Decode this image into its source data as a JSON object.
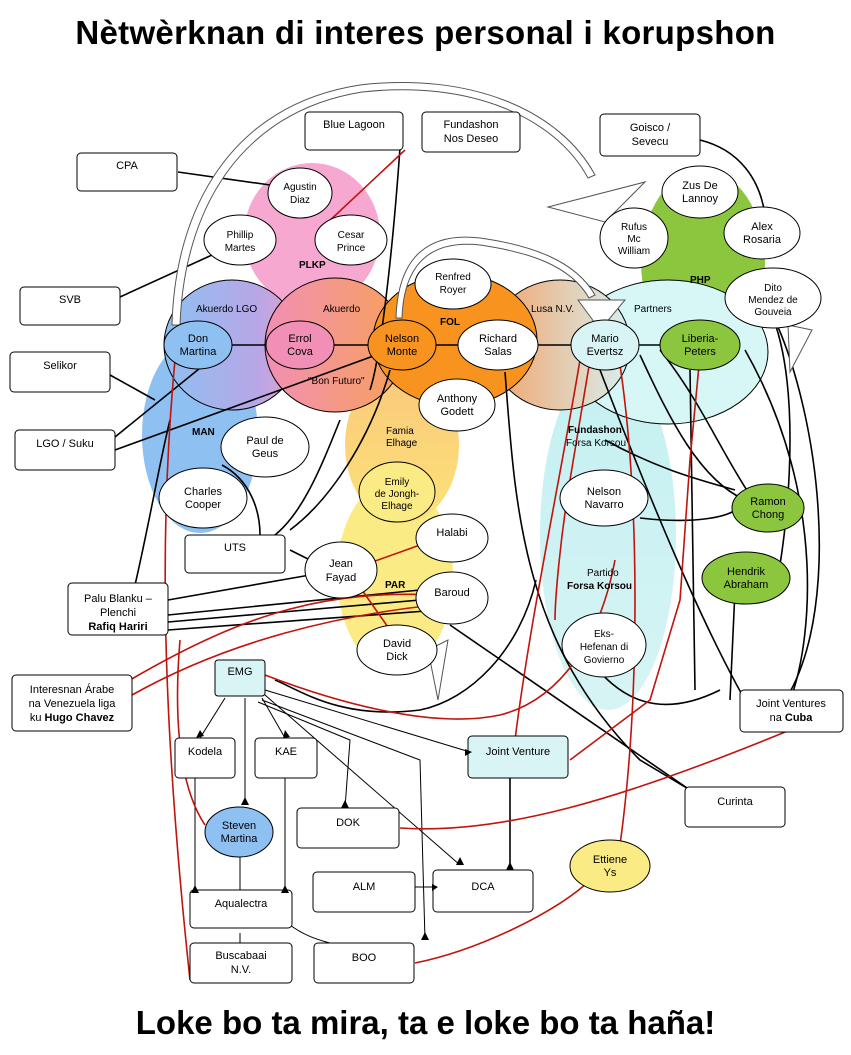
{
  "title": "Nètwèrknan di interes personal i korupshon",
  "footer": "Loke bo ta mira, ta e loke bo ta haña!",
  "colors": {
    "plkp": "#f7a8d0",
    "man": "#8fc0f0",
    "akuerdo": "#f79a6c",
    "fol": "#f7931e",
    "lusa": "#f5b78a",
    "par": "#fbe87a",
    "famia": "#fcd27a",
    "forsa": "#c8f2f2",
    "phip": "#8cc63f",
    "line_red": "#c0140c"
  },
  "groups": {
    "plkp": "PLKP",
    "akuerdo_lgo": "Akuerdo LGO",
    "akuerdo": "Akuerdo",
    "bon_futuro": "\"Bon Futuro\"",
    "fol": "FOL",
    "lusa": "Lusa N.V.",
    "partners": "Partners",
    "man": "MAN",
    "famia": [
      "Famia",
      "Elhage"
    ],
    "par": "PAR",
    "phip": "PHP",
    "fundashon": "Fundashon",
    "forsa_korsou": "Forsa Korsou",
    "partido": "Partido",
    "partido_forsa": "Forsa Korsou"
  },
  "nodes": {
    "blue_lagoon": [
      "Blue Lagoon"
    ],
    "fundashon_nos_deseo": [
      "Fundashon",
      "Nos Deseo"
    ],
    "goisco": [
      "Goisco /",
      "Sevecu"
    ],
    "cpa": [
      "CPA"
    ],
    "svb": [
      "SVB"
    ],
    "selikor": [
      "Selikor"
    ],
    "lgo_suku": [
      "LGO / Suku"
    ],
    "uts": [
      "UTS"
    ],
    "palu_blanku": [
      "Palu Blanku –",
      "Plenchi"
    ],
    "palu_blanku_bold": "Rafiq Hariri",
    "interesnan": [
      "Interesnan Árabe",
      "na Venezuela liga"
    ],
    "interesnan_pre": "ku ",
    "interesnan_bold": "Hugo Chavez",
    "emg": [
      "EMG"
    ],
    "kodela": [
      "Kodela"
    ],
    "kae": [
      "KAE"
    ],
    "dok": [
      "DOK"
    ],
    "alm": [
      "ALM"
    ],
    "dca": [
      "DCA"
    ],
    "aqualectra": [
      "Aqualectra"
    ],
    "buscabaai": [
      "Buscabaai",
      "N.V."
    ],
    "boo": [
      "BOO"
    ],
    "joint_venture": [
      "Joint Venture"
    ],
    "joint_ventures_cuba": [
      "Joint Ventures"
    ],
    "joint_ventures_cuba_pre": "na ",
    "joint_ventures_cuba_bold": "Cuba",
    "curinta": [
      "Curinta"
    ],
    "agustin": [
      "Agustin",
      "Diaz"
    ],
    "phillip": [
      "Phillip",
      "Martes"
    ],
    "cesar": [
      "Cesar",
      "Prince"
    ],
    "renfred": [
      "Renfred",
      "Royer"
    ],
    "don_martina": [
      "Don",
      "Martina"
    ],
    "errol_cova": [
      "Errol",
      "Cova"
    ],
    "nelson_monte": [
      "Nelson",
      "Monte"
    ],
    "richard_salas": [
      "Richard",
      "Salas"
    ],
    "mario_evertsz": [
      "Mario",
      "Evertsz"
    ],
    "liberia_peters": [
      "Liberia-",
      "Peters"
    ],
    "anthony_godett": [
      "Anthony",
      "Godett"
    ],
    "paul_de_geus": [
      "Paul de",
      "Geus"
    ],
    "charles_cooper": [
      "Charles",
      "Cooper"
    ],
    "emily": [
      "Emily",
      "de Jongh-",
      "Elhage"
    ],
    "halabi": [
      "Halabi"
    ],
    "jean_fayad": [
      "Jean",
      "Fayad"
    ],
    "baroud": [
      "Baroud"
    ],
    "david_dick": [
      "David",
      "Dick"
    ],
    "nelson_navarro": [
      "Nelson",
      "Navarro"
    ],
    "eks_hefenan": [
      "Eks-",
      "Hefenan di",
      "Govierno"
    ],
    "zus_de_lannoy": [
      "Zus De",
      "Lannoy"
    ],
    "rufus": [
      "Rufus",
      "Mc",
      "William"
    ],
    "alex_rosaria": [
      "Alex",
      "Rosaria"
    ],
    "dito": [
      "Dito",
      "Mendez de",
      "Gouveia"
    ],
    "ramon_chong": [
      "Ramon",
      "Chong"
    ],
    "hendrik_abraham": [
      "Hendrik",
      "Abraham"
    ],
    "steven_martina": [
      "Steven",
      "Martina"
    ],
    "ettiene_ys": [
      "Ettiene",
      "Ys"
    ]
  }
}
